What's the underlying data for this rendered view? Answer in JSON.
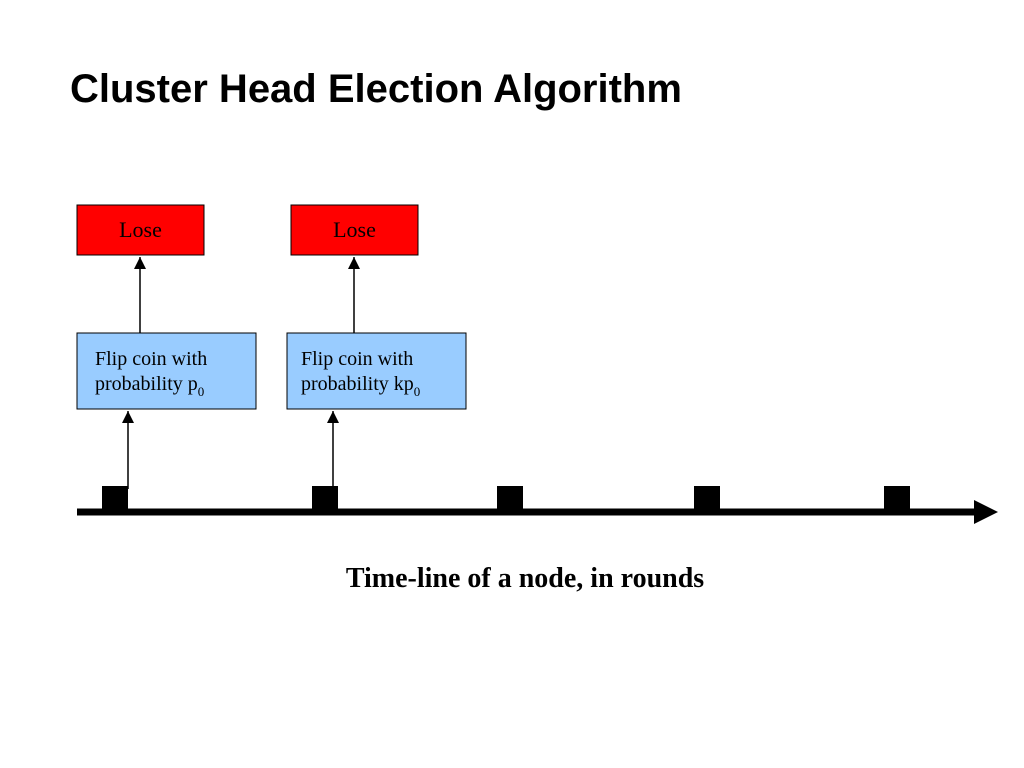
{
  "slide": {
    "title": "Cluster Head Election Algorithm"
  },
  "diagram": {
    "nodes": [
      {
        "id": "lose-1",
        "label": "Lose",
        "color": "#ff0000"
      },
      {
        "id": "lose-2",
        "label": "Lose",
        "color": "#ff0000"
      },
      {
        "id": "flip-1",
        "line1": "Flip coin with",
        "line2_main": "probability p",
        "line2_sub": "0",
        "color": "#99ccff"
      },
      {
        "id": "flip-2",
        "line1": "Flip coin with",
        "line2_main": "probability kp",
        "line2_sub": "0",
        "color": "#99ccff"
      }
    ],
    "timeline": {
      "round_markers": 5,
      "caption": "Time-line of a node, in rounds"
    }
  }
}
